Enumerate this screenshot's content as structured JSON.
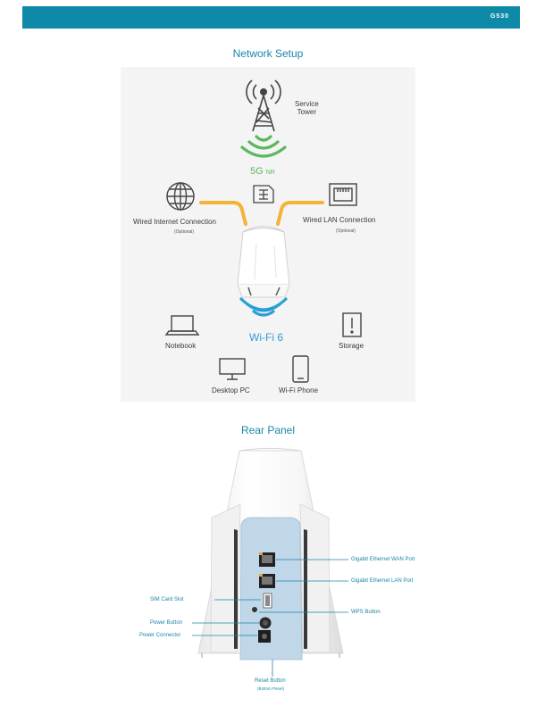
{
  "header": {
    "model": "G530",
    "bar_color": "#0e8aa8"
  },
  "network_setup": {
    "title": "Network Setup",
    "service_tower": [
      "Service",
      "Tower"
    ],
    "fiveg_label": "5G",
    "fiveg_suffix": "NR",
    "wired_internet": "Wired Internet Connection",
    "wired_internet_note": "(Optional)",
    "wired_lan": "Wired LAN Connection",
    "wired_lan_note": "(Optional)",
    "wifi_label": "Wi-Fi 6",
    "notebook": "Notebook",
    "storage": "Storage",
    "desktop_pc": "Desktop PC",
    "wifi_phone": "Wi-Fi Phone",
    "colors": {
      "fiveg": "#5cb85c",
      "wifi": "#2a9fd6",
      "cable": "#f5b335"
    },
    "icons": [
      "tower-icon",
      "globe-icon",
      "sim-card-icon",
      "ethernet-port-icon",
      "router-icon",
      "notebook-icon",
      "storage-icon",
      "desktop-pc-icon",
      "phone-icon"
    ]
  },
  "rear_panel": {
    "title": "Rear Panel",
    "wan_port": "Gigabit Ethernet WAN Port",
    "lan_port": "Gigabit Ethernet LAN Port",
    "sim_slot": "SIM Card Slot",
    "wps_button": "WPS Button",
    "power_button": "Power Button",
    "power_connector": "Power Connector",
    "reset_button": "Reset Button",
    "reset_note": "(Bottom Panel)"
  }
}
